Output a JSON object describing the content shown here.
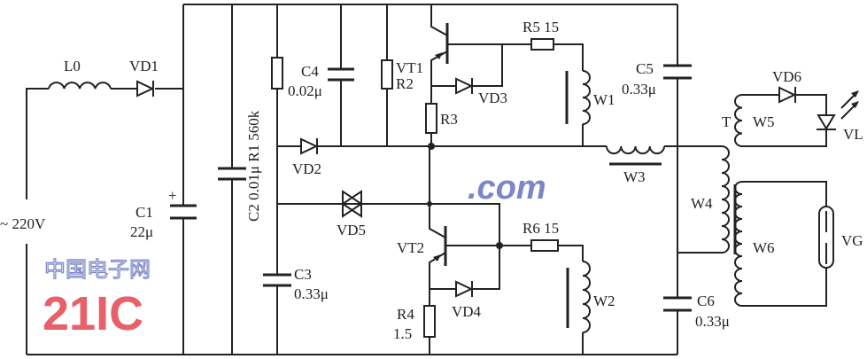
{
  "labels": {
    "L0": "L0",
    "VD1": "VD1",
    "source": "~ 220V",
    "C1": "C1",
    "C1_val": "22μ",
    "C1_plus": "+",
    "C2": "C2 0.01μ R1 560k",
    "C4": "C4",
    "C4_val": "0.02μ",
    "VT1": "VT1",
    "R2": "R2",
    "R5": "R5 15",
    "VD3": "VD3",
    "R3": "R3",
    "W1": "W1",
    "C5": "C5",
    "C5_val": "0.33μ",
    "VD6": "VD6",
    "T": "T",
    "W5": "W5",
    "VL": "VL",
    "VD2": "VD2",
    "W3": "W3",
    "VD5": "VD5",
    "VT2": "VT2",
    "R6": "R6 15",
    "W4": "W4",
    "W6": "W6",
    "VG": "VG",
    "C3": "C3",
    "C3_val": "0.33μ",
    "VD4": "VD4",
    "W2": "W2",
    "R4": "R4",
    "R4_val": "1.5",
    "C6": "C6",
    "C6_val": "0.33μ"
  },
  "watermark": {
    "brand": "21IC",
    "domain": ".com",
    "cn": "中国电子网"
  },
  "colors": {
    "wire": "#222222",
    "watermark_red": "#e8606a",
    "watermark_blue": "#7a86c8"
  }
}
